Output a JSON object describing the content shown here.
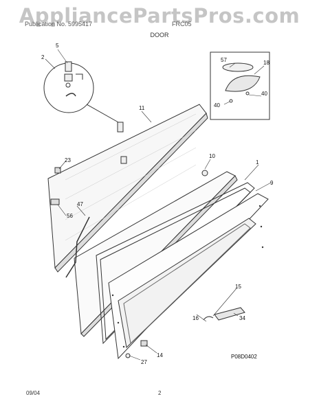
{
  "watermark": "AppliancePartsPros.com",
  "header": {
    "left": "Publication No. 5995417",
    "right": "FRC05",
    "subtitle": "DOOR"
  },
  "callouts": [
    "5",
    "2",
    "11",
    "57",
    "18",
    "40",
    "40",
    "10",
    "23",
    "1",
    "9",
    "47",
    "56",
    "15",
    "16",
    "34",
    "14",
    "27"
  ],
  "diagram_code": "P08D0402",
  "footer": {
    "date": "09/04",
    "page": "2"
  }
}
